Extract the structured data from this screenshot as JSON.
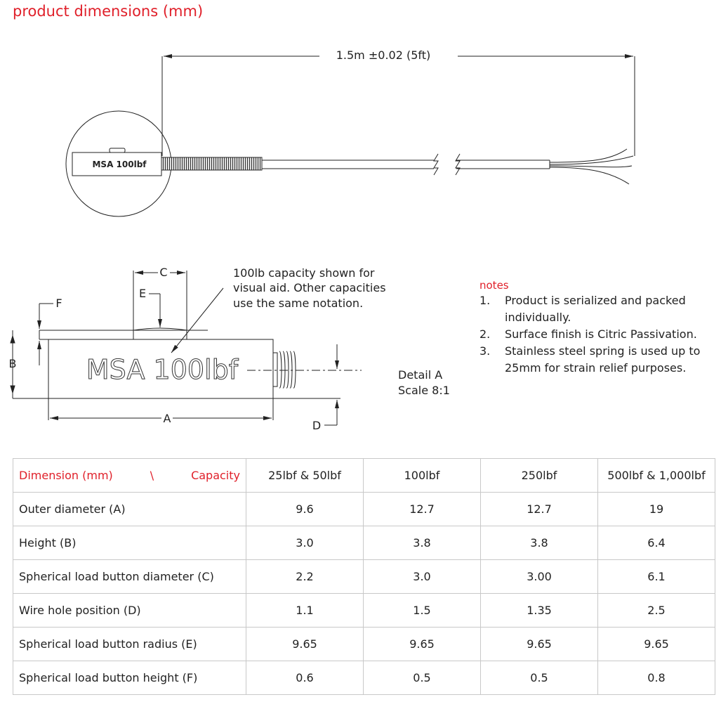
{
  "title": "product dimensions (mm)",
  "drawing": {
    "cable_length": "1.5m ±0.02 (5ft)",
    "sensor_label": "MSA 100lbf",
    "callout": [
      "100lb capacity shown for",
      "visual aid. Other capacities",
      "use the same notation."
    ],
    "labels": {
      "A": "A",
      "B": "B",
      "C": "C",
      "D": "D",
      "E": "E",
      "F": "F"
    },
    "detail": [
      "Detail A",
      "Scale 8:1"
    ]
  },
  "notes": {
    "heading": "notes",
    "items": [
      {
        "n": "1.",
        "text": "Product is serialized and packed individually."
      },
      {
        "n": "2.",
        "text": "Surface finish is Citric Passivation."
      },
      {
        "n": "3.",
        "text": "Stainless steel spring is used up to 25mm for strain relief purposes."
      }
    ]
  },
  "table": {
    "header": {
      "dimension": "Dimension (mm)",
      "sep": "\\",
      "capacity": "Capacity",
      "columns": [
        "25lbf & 50lbf",
        "100lbf",
        "250lbf",
        "500lbf & 1,000lbf"
      ]
    },
    "rows": [
      {
        "label": "Outer diameter (A)",
        "values": [
          "9.6",
          "12.7",
          "12.7",
          "19"
        ]
      },
      {
        "label": "Height (B)",
        "values": [
          "3.0",
          "3.8",
          "3.8",
          "6.4"
        ]
      },
      {
        "label": "Spherical load button diameter (C)",
        "values": [
          "2.2",
          "3.0",
          "3.00",
          "6.1"
        ]
      },
      {
        "label": "Wire hole position (D)",
        "values": [
          "1.1",
          "1.5",
          "1.35",
          "2.5"
        ]
      },
      {
        "label": "Spherical load button radius (E)",
        "values": [
          "9.65",
          "9.65",
          "9.65",
          "9.65"
        ]
      },
      {
        "label": "Spherical load button height (F)",
        "values": [
          "0.6",
          "0.5",
          "0.5",
          "0.8"
        ]
      }
    ]
  },
  "colors": {
    "accent": "#e0202a"
  }
}
